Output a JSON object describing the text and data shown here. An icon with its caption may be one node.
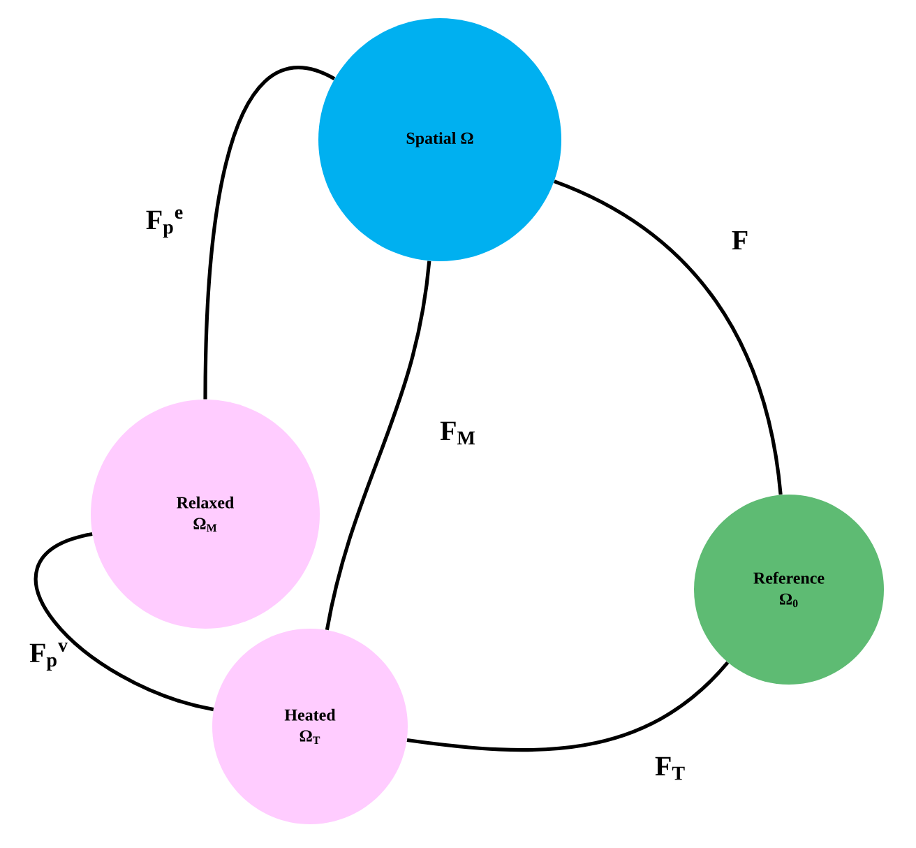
{
  "diagram": {
    "nodes": [
      {
        "text": [
          "Spatial Ω"
        ]
      },
      {
        "text": [
          "Relaxed",
          "Ω$_{M}$"
        ]
      },
      {
        "text": [
          "Heated",
          "Ω$_{T}$"
        ]
      },
      {
        "text": [
          "Reference",
          "Ω$_{0}$"
        ]
      }
    ],
    "edges": [
      {
        "from": 0,
        "to": 1,
        "arrow": "none",
        "label": "F$_{p}$$^{e}$"
      },
      {
        "from": 0,
        "to": 3,
        "arrow": "none",
        "label": "F"
      },
      {
        "from": 0,
        "to": 2,
        "arrow": "none",
        "label": "F$_{M}$"
      },
      {
        "from": 1,
        "to": 2,
        "arrow": "none",
        "label": "F$_{p}$$^{v}$"
      },
      {
        "from": 2,
        "to": 3,
        "arrow": "none",
        "label": "F$_{T}$"
      }
    ]
  }
}
